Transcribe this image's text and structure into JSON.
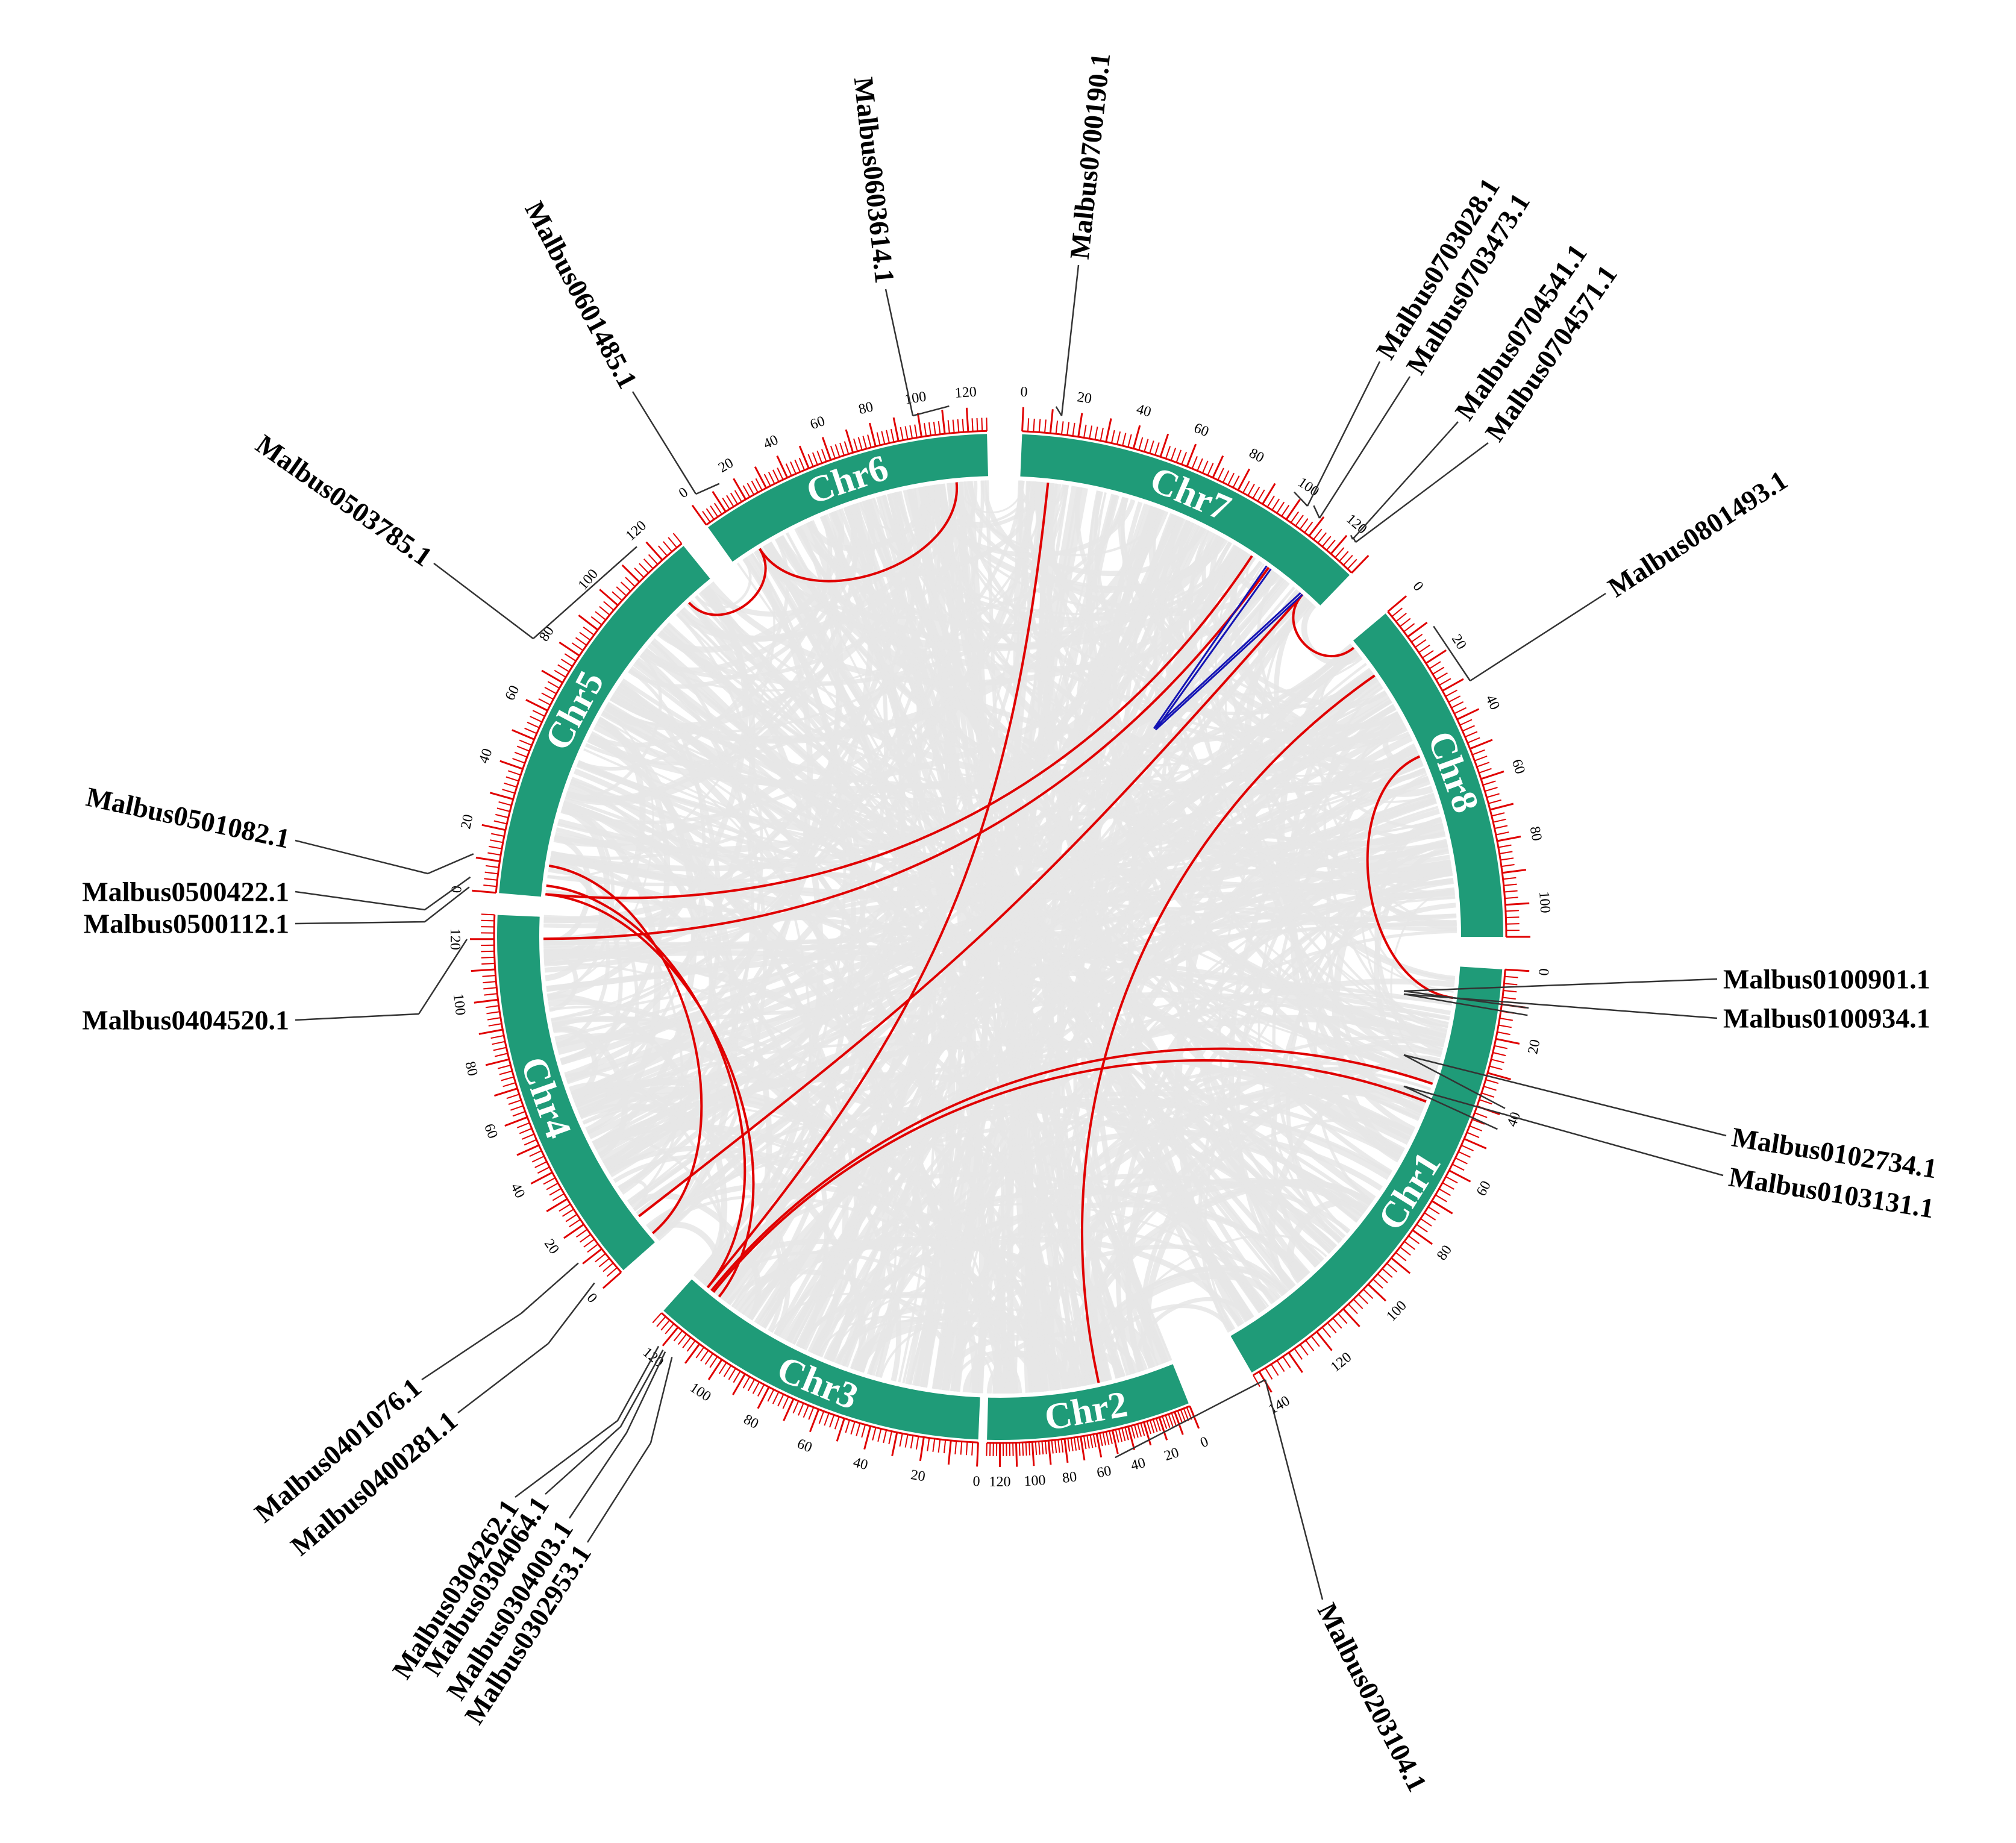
{
  "colors": {
    "band": "#1f9b78",
    "ticks": "#e00000",
    "background_links": "#e6e6e6",
    "segmental_links": "#e00000",
    "tandem_links": "#1414b4",
    "gene_leader": "#333333"
  },
  "chromosomes": [
    {
      "id": "chr1",
      "label": "Chr1",
      "length": 142,
      "tick_labels": [
        "0",
        "20",
        "40",
        "60",
        "80",
        "100",
        "120",
        "140"
      ]
    },
    {
      "id": "chr2",
      "label": "Chr2",
      "length": 128,
      "tick_labels": [
        "0",
        "20",
        "40",
        "60",
        "80",
        "100",
        "120"
      ]
    },
    {
      "id": "chr3",
      "label": "Chr3",
      "length": 128,
      "tick_labels": [
        "0",
        "20",
        "40",
        "60",
        "80",
        "100",
        "120"
      ]
    },
    {
      "id": "chr4",
      "label": "Chr4",
      "length": 128,
      "tick_labels": [
        "0",
        "20",
        "40",
        "60",
        "80",
        "100",
        "120"
      ]
    },
    {
      "id": "chr5",
      "label": "Chr5",
      "length": 128,
      "tick_labels": [
        "0",
        "20",
        "40",
        "60",
        "80",
        "100",
        "120"
      ]
    },
    {
      "id": "chr6",
      "label": "Chr6",
      "length": 128,
      "tick_labels": [
        "0",
        "20",
        "40",
        "60",
        "80",
        "100",
        "120"
      ]
    },
    {
      "id": "chr7",
      "label": "Chr7",
      "length": 130,
      "tick_labels": [
        "0",
        "20",
        "40",
        "60",
        "80",
        "100",
        "120"
      ]
    },
    {
      "id": "chr8",
      "label": "Chr8",
      "length": 110,
      "tick_labels": [
        "0",
        "20",
        "40",
        "60",
        "80",
        "100"
      ]
    }
  ],
  "genes": [
    {
      "name": "Malbus0100901.1",
      "chr": "chr1",
      "pos": 10
    },
    {
      "name": "Malbus0100934.1",
      "chr": "chr1",
      "pos": 12
    },
    {
      "name": "Malbus0102734.1",
      "chr": "chr1",
      "pos": 38
    },
    {
      "name": "Malbus0103131.1",
      "chr": "chr1",
      "pos": 44
    },
    {
      "name": "Malbus0203104.1",
      "chr": "chr2",
      "pos": 52
    },
    {
      "name": "Malbus0302953.1",
      "chr": "chr3",
      "pos": 115
    },
    {
      "name": "Malbus0304003.1",
      "chr": "chr3",
      "pos": 118
    },
    {
      "name": "Malbus0304064.1",
      "chr": "chr3",
      "pos": 119
    },
    {
      "name": "Malbus0304262.1",
      "chr": "chr3",
      "pos": 121
    },
    {
      "name": "Malbus0400281.1",
      "chr": "chr4",
      "pos": 3
    },
    {
      "name": "Malbus0401076.1",
      "chr": "chr4",
      "pos": 11
    },
    {
      "name": "Malbus0404520.1",
      "chr": "chr4",
      "pos": 120
    },
    {
      "name": "Malbus0500112.1",
      "chr": "chr5",
      "pos": 1
    },
    {
      "name": "Malbus0500422.1",
      "chr": "chr5",
      "pos": 4
    },
    {
      "name": "Malbus0501082.1",
      "chr": "chr5",
      "pos": 11
    },
    {
      "name": "Malbus0503785.1",
      "chr": "chr5",
      "pos": 117
    },
    {
      "name": "Malbus0601485.1",
      "chr": "chr6",
      "pos": 14
    },
    {
      "name": "Malbus0603614.1",
      "chr": "chr6",
      "pos": 113
    },
    {
      "name": "Malbus0700190.1",
      "chr": "chr7",
      "pos": 11
    },
    {
      "name": "Malbus0703028.1",
      "chr": "chr7",
      "pos": 97
    },
    {
      "name": "Malbus0703473.1",
      "chr": "chr7",
      "pos": 105
    },
    {
      "name": "Malbus0704541.1",
      "chr": "chr7",
      "pos": 121
    },
    {
      "name": "Malbus0704571.1",
      "chr": "chr7",
      "pos": 122
    },
    {
      "name": "Malbus0801493.1",
      "chr": "chr8",
      "pos": 12
    }
  ],
  "segmental_links": [
    {
      "a": "chr1",
      "ap": 10,
      "b": "chr8",
      "bp": 46
    },
    {
      "a": "chr1",
      "ap": 38,
      "b": "chr3",
      "bp": 119
    },
    {
      "a": "chr1",
      "ap": 44,
      "b": "chr3",
      "bp": 118
    },
    {
      "a": "chr2",
      "ap": 52,
      "b": "chr8",
      "bp": 14
    },
    {
      "a": "chr3",
      "ap": 121,
      "b": "chr5",
      "bp": 4
    },
    {
      "a": "chr3",
      "ap": 115,
      "b": "chr5",
      "bp": 1
    },
    {
      "a": "chr3",
      "ap": 121,
      "b": "chr7",
      "bp": 11
    },
    {
      "a": "chr4",
      "ap": 120,
      "b": "chr7",
      "bp": 105
    },
    {
      "a": "chr4",
      "ap": 11,
      "b": "chr7",
      "bp": 122
    },
    {
      "a": "chr4",
      "ap": 3,
      "b": "chr5",
      "bp": 11
    },
    {
      "a": "chr5",
      "ap": 1,
      "b": "chr7",
      "bp": 97
    },
    {
      "a": "chr5",
      "ap": 117,
      "b": "chr6",
      "bp": 14
    },
    {
      "a": "chr6",
      "ap": 113,
      "b": "chr6",
      "bp": 14
    },
    {
      "a": "chr7",
      "ap": 122,
      "b": "chr8",
      "bp": 2
    }
  ],
  "tandem_links": [
    {
      "chr": "chr7",
      "from": 104,
      "to": 121
    },
    {
      "chr": "chr7",
      "from": 106,
      "to": 122
    }
  ]
}
